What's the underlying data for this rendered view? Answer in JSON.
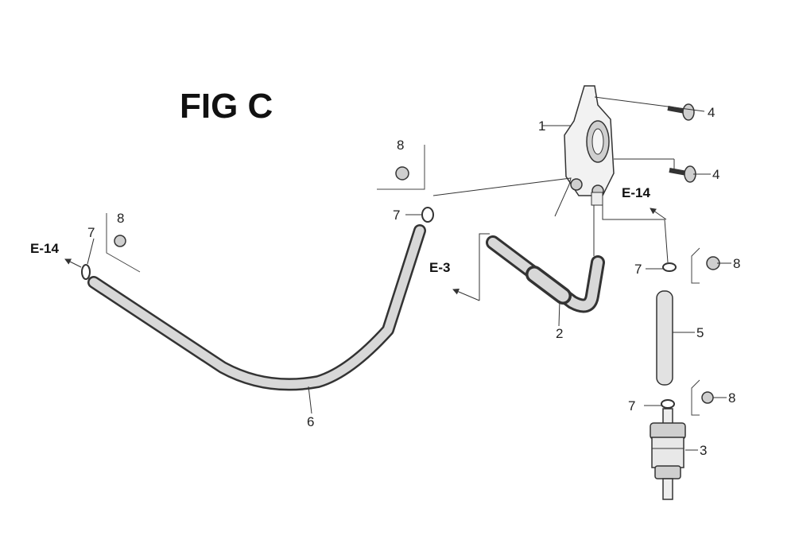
{
  "title": "FIG C",
  "refs": {
    "e14_right": "E-14",
    "e14_left": "E-14",
    "e3": "E-3"
  },
  "callouts": {
    "p1": "1",
    "p2": "2",
    "p3": "3",
    "p4a": "4",
    "p4b": "4",
    "p5": "5",
    "p6": "6",
    "p7a": "7",
    "p7b": "7",
    "p7c": "7",
    "p7d": "7",
    "p8a": "8",
    "p8b": "8",
    "p8c": "8",
    "p8d": "8"
  }
}
